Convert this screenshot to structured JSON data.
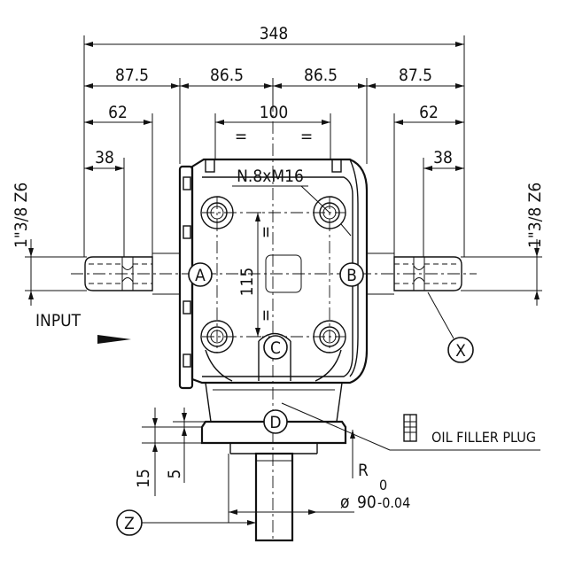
{
  "dimensions": {
    "overall_width": "348",
    "outer_left": "87.5",
    "inner_left": "86.5",
    "inner_right": "86.5",
    "outer_right": "87.5",
    "shaft_left_62": "62",
    "shaft_right_62": "62",
    "bolt_spacing": "100",
    "shaft_left_38": "38",
    "shaft_right_38": "38",
    "bolt_vertical": "115",
    "flange_15": "15",
    "flange_5": "5"
  },
  "equal_marks": {
    "symbol": "="
  },
  "labels": {
    "bolt_spec": "N.8xM16",
    "spline_left": "1\"3/8 Z6",
    "spline_right": "1\"3/8 Z6",
    "input": "INPUT",
    "oil_filler": "OIL FILLER PLUG",
    "radius": "R",
    "diameter_symbol": "ø",
    "diameter_value": "90",
    "tol_upper": "0",
    "tol_lower": "-0.04"
  },
  "callouts": {
    "a": "A",
    "b": "B",
    "c": "C",
    "d": "D",
    "x": "X",
    "z": "Z"
  }
}
